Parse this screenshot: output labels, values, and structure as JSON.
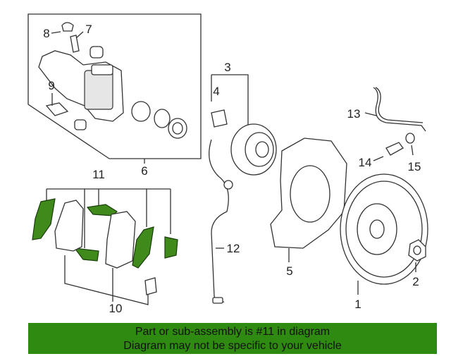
{
  "callouts": [
    "1",
    "2",
    "3",
    "4",
    "5",
    "6",
    "7",
    "8",
    "9",
    "10",
    "11",
    "12",
    "13",
    "14",
    "15"
  ],
  "banner": {
    "line1": "Part or sub-assembly is #11 in diagram",
    "line2": "Diagram may not be specific to your vehicle"
  },
  "colors": {
    "highlight": "#3f8a1b",
    "banner_bg": "#2e8a10"
  }
}
